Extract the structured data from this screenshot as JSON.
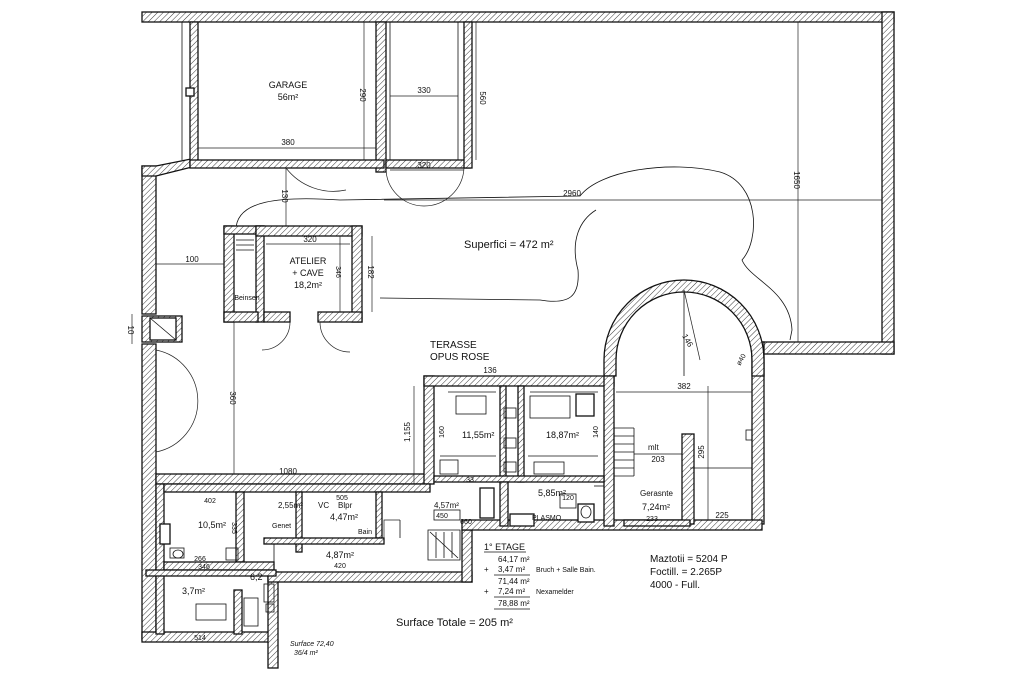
{
  "rooms": {
    "garage_name": "GARAGE",
    "garage_area": "56m²",
    "atelier_line1": "ATELIER",
    "atelier_line2": "+ CAVE",
    "atelier_area": "18,2m²",
    "beinsen": "Beinsen",
    "terasse_line1": "TERASSE",
    "terasse_line2": "OPUS ROSE",
    "superficie": "Superfici = 472 m²",
    "r_1155": "11,55m²",
    "r_1887": "18,87m²",
    "r_585": "5,85m²",
    "gerasnte": "Gerasnte",
    "r_724": "7,24m²",
    "r_105": "10,5m²",
    "r_255": "2,55m²",
    "vc": "VC",
    "bipr": "Blpr",
    "r_447": "4,47m²",
    "bain": "Bain",
    "r_457": "4,57m²",
    "r_487": "4,87m²",
    "r_37": "3,7m²",
    "r_62": "6,2",
    "plasmo": "PLASMO",
    "genet": "Genet",
    "mlt": "mlt",
    "surface_totale": "Surface Totale = 205 m²",
    "signature_note1": "Surface 72,40",
    "signature_note2": "36/4 m²"
  },
  "etage": {
    "title": "1° ETAGE",
    "l1": "64,17 m²",
    "l2_val": "3,47 m²",
    "l2_lbl": "Bruch + Salle Bain.",
    "l3": "71,44 m²",
    "l4_val": "7,24 m²",
    "l4_lbl": "Nexamelder",
    "l5": "78,88 m²",
    "plus": "+"
  },
  "notes": {
    "n1": "Maztotii = 5204 P",
    "n2": "Foctill. = 2.265P",
    "n3": "4000 - Full."
  },
  "dims": {
    "d380": "380",
    "d290": "290",
    "d330": "330",
    "d560": "560",
    "d320a": "320",
    "d2960": "2960",
    "d1650": "1650",
    "d130": "130",
    "d100": "100",
    "d320b": "320",
    "d346": "346",
    "d182": "182",
    "d10": "10",
    "d360": "360",
    "d136": "136",
    "d382": "382",
    "d146": "146",
    "d1155": "1,155",
    "d1080": "1080",
    "d402": "402",
    "d335": "335",
    "d266": "266",
    "d346b": "346",
    "d203": "203",
    "d295": "295",
    "d233": "233",
    "d225": "225",
    "d505": "505",
    "d420": "420",
    "d514": "514",
    "d450": "450",
    "d660": "660",
    "d120": "120",
    "d33": "33",
    "d160": "160",
    "d140": "140",
    "dr40": "ø40"
  }
}
